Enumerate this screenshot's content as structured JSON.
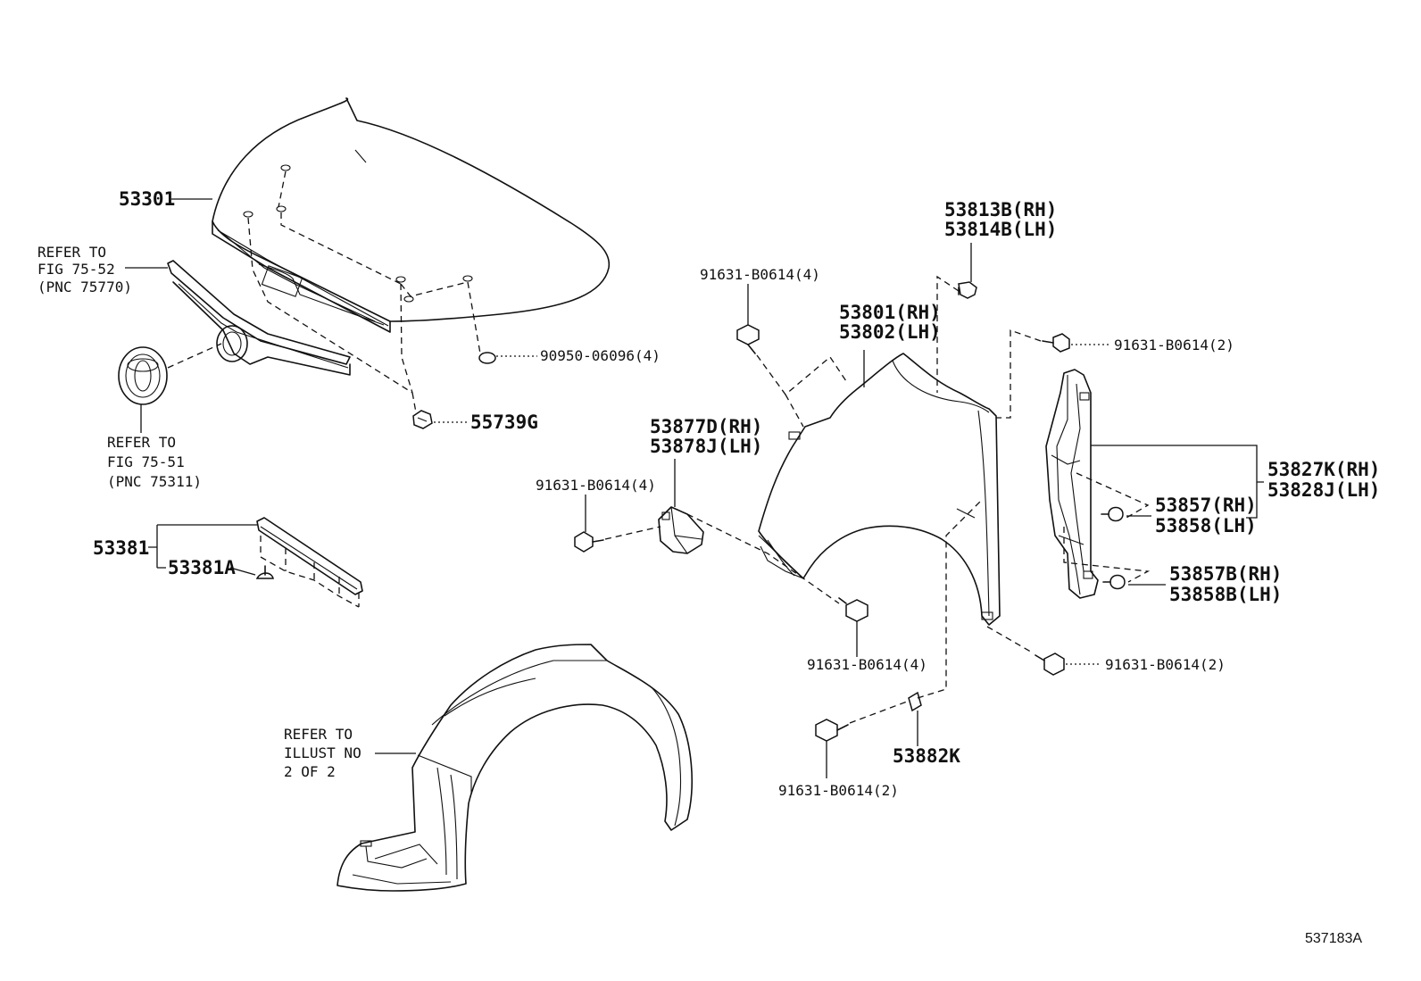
{
  "labels": {
    "hood": "53301",
    "refer_52_line1": "REFER TO",
    "refer_52_line2": "FIG 75-52",
    "refer_52_line3": "(PNC 75770)",
    "refer_51_line1": "REFER TO",
    "refer_51_line2": "FIG 75-51",
    "refer_51_line3": "(PNC 75311)",
    "cushion": "90950-06096(4)",
    "clip_55739g": "55739G",
    "seal": "53381",
    "seal_clip": "53381A",
    "bolt_top": "91631-B0614(4)",
    "liner_rh": "53877D(RH)",
    "liner_lh": "53878J(LH)",
    "bolt_left": "91631-B0614(4)",
    "fender_rh": "53801(RH)",
    "fender_lh": "53802(LH)",
    "cushion_rh": "53813B(RH)",
    "cushion_lh": "53814B(LH)",
    "bolt_right_top": "91631-B0614(2)",
    "bracket_rh": "53827K(RH)",
    "bracket_lh": "53828J(LH)",
    "clip_a_rh": "53857(RH)",
    "clip_a_lh": "53858(LH)",
    "clip_b_rh": "53857B(RH)",
    "clip_b_lh": "53858B(LH)",
    "bolt_mid": "91631-B0614(4)",
    "bolt_right_low": "91631-B0614(2)",
    "refer_illust_line1": "REFER TO",
    "refer_illust_line2": "ILLUST NO",
    "refer_illust_line3": "2 OF 2",
    "bracket_53882k": "53882K",
    "bolt_bottom": "91631-B0614(2)",
    "drawing_code": "537183A"
  }
}
